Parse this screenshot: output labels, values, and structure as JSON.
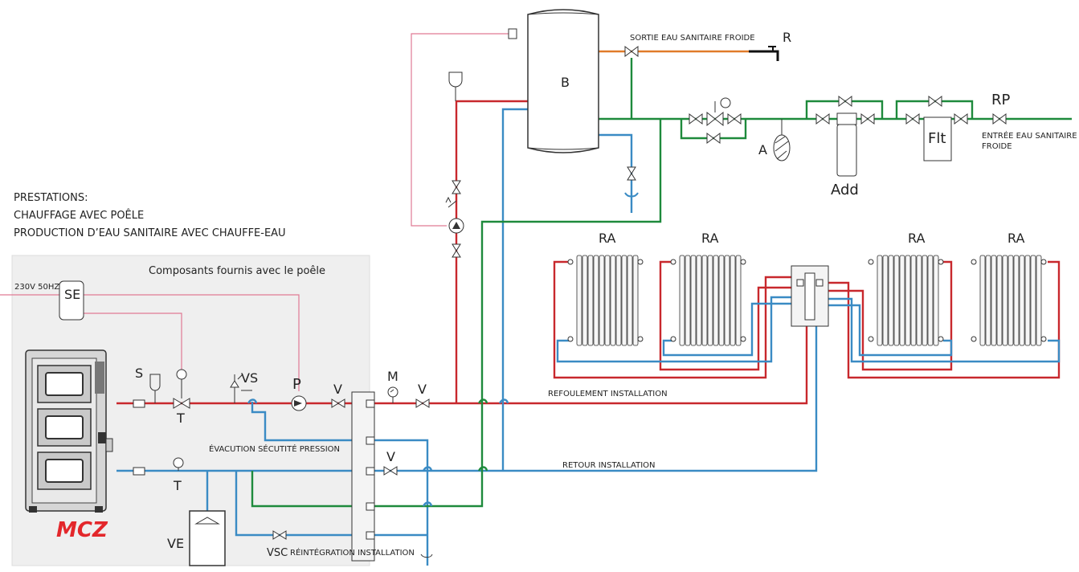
{
  "title_lines": [
    "PRESTATIONS:",
    "CHAUFFAGE AVEC POÊLE",
    "PRODUCTION D’EAU SANITAIRE AVEC CHAUFFE-EAU"
  ],
  "supplied_box_label": "Composants fournis avec le poêle",
  "power_label": "230V 50HZ",
  "brand": "MCZ",
  "labels": {
    "se": "SE",
    "s": "S",
    "t_top": "T",
    "t_bottom": "T",
    "vs": "VS",
    "p": "P",
    "v_top": "V",
    "m": "M",
    "v_mid": "V",
    "v_bottom": "V",
    "ve": "VE",
    "vsc": "VSC",
    "b": "B",
    "r": "R",
    "rp": "RP",
    "a": "A",
    "add": "Add",
    "flt": "Flt",
    "ra1": "RA",
    "ra2": "RA",
    "ra3": "RA",
    "ra4": "RA"
  },
  "pipe_labels": {
    "cold_out": "SORTIE EAU SANITAIRE FROIDE",
    "cold_in_1": "ENTRÉE EAU SANITAIRE",
    "cold_in_2": "FROIDE",
    "flow": "REFOULEMENT INSTALLATION",
    "return": "RETOUR INSTALLATION",
    "pressure_relief": "ÉVACUTION SÉCUTITÉ PRESSION",
    "reintegration": "RÉINTÉGRATION INSTALLATION"
  },
  "colors": {
    "flow": "#c8282d",
    "return": "#3a8bc4",
    "sanitary_cold": "#1e8a3c",
    "sanitary_out": "#e07b2a",
    "electrical": "#e07a95",
    "brand_red": "#e3272b",
    "supplied_box": "#efefef"
  },
  "icons": [
    "stove-icon",
    "tank-icon",
    "pump-icon",
    "valve-icon",
    "radiator-icon",
    "manometer-icon",
    "expansion-vessel-icon",
    "faucet-icon",
    "filter-icon",
    "distribution-manifold-icon"
  ]
}
